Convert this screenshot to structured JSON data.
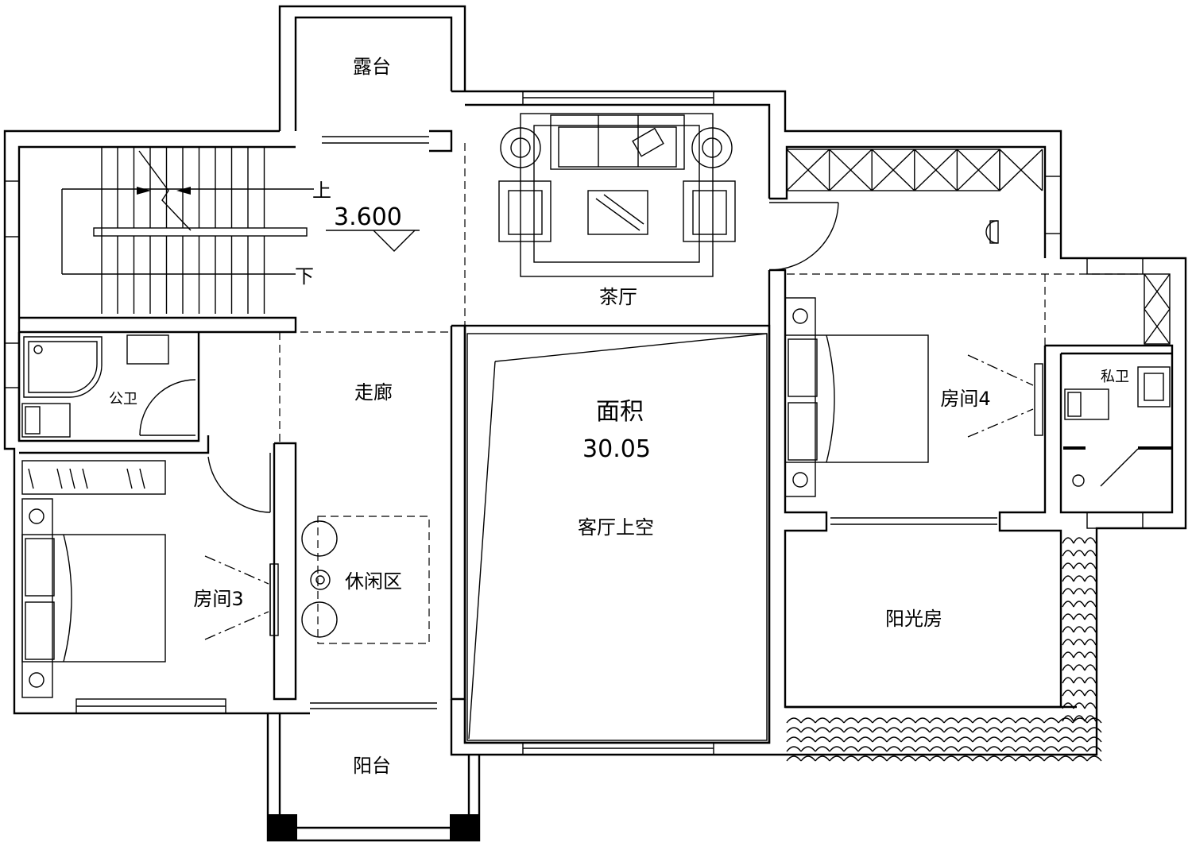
{
  "rooms": {
    "terrace": "露台",
    "tea_room": "茶厅",
    "corridor": "走廊",
    "public_bath": "公卫",
    "room3": "房间3",
    "leisure_area": "休闲区",
    "balcony": "阳台",
    "area_title": "面积",
    "area_value": "30.05",
    "living_void": "客厅上空",
    "room4": "房间4",
    "private_bath": "私卫",
    "sunroom": "阳光房"
  },
  "stairs": {
    "up_label": "上",
    "down_label": "下",
    "elevation": "3.600"
  }
}
